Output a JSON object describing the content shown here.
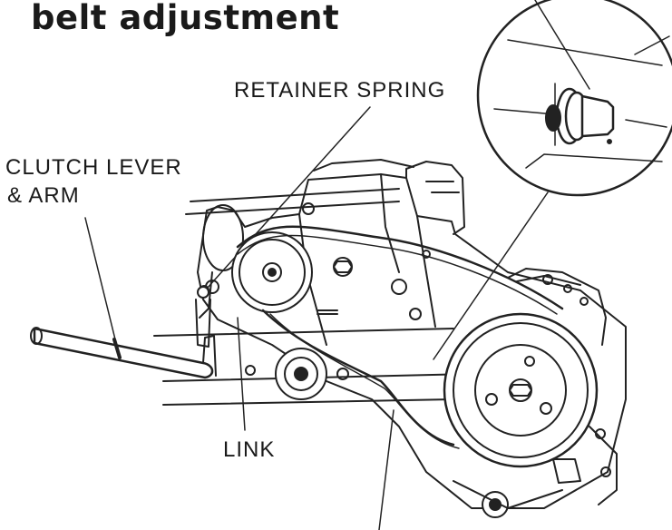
{
  "title": "belt adjustment",
  "labels": {
    "retainer_spring": "RETAINER SPRING",
    "clutch_lever_line1": "CLUTCH LEVER",
    "clutch_lever_line2": "& ARM",
    "link": "LINK"
  }
}
